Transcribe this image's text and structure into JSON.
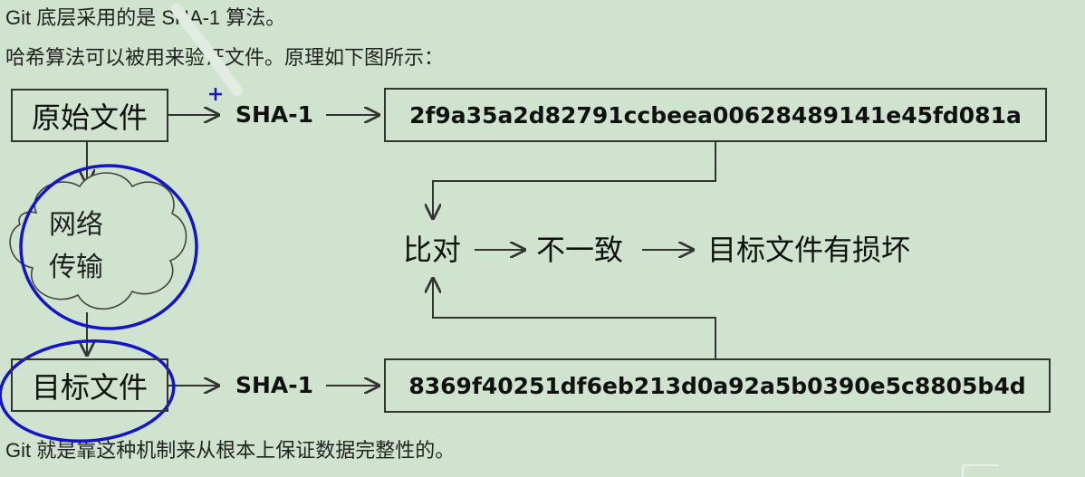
{
  "text": {
    "line1": "Git 底层采用的是 SHA-1 算法。",
    "line2": "哈希算法可以被用来验证文件。原理如下图所示：",
    "footer": "Git 就是靠这种机制来从根本上保证数据完整性的。"
  },
  "diagram": {
    "original_file": "原始文件",
    "target_file": "目标文件",
    "sha_label_top": "SHA-1",
    "sha_label_bottom": "SHA-1",
    "hash_top": "2f9a35a2d82791ccbeea00628489141e45fd081a",
    "hash_bottom": "8369f40251df6eb213d0a92a5b0390e5c8805b4d",
    "network_line1": "网络",
    "network_line2": "传输",
    "compare": "比对",
    "inconsistent": "不一致",
    "damaged": "目标文件有损坏"
  },
  "colors": {
    "background": "#cfe3cf",
    "annotation": "#1414c8",
    "line": "#333333"
  }
}
